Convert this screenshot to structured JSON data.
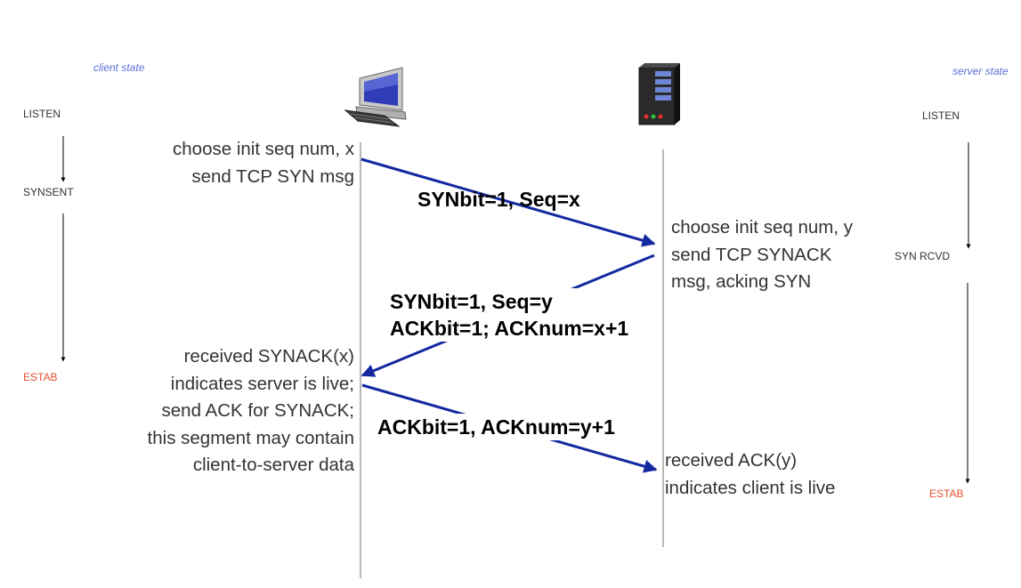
{
  "client": {
    "state_header": "client state",
    "states": [
      "LISTEN",
      "SYNSENT",
      "ESTAB"
    ],
    "icon": "desktop-computer-icon"
  },
  "server": {
    "state_header": "server state",
    "states": [
      "LISTEN",
      "SYN RCVD",
      "ESTAB"
    ],
    "icon": "server-tower-icon"
  },
  "colors": {
    "arrow": "#1428a0",
    "state_header": "#5b6fd6",
    "estab": "#e5502c",
    "text": "#333333"
  },
  "client_actions": [
    [
      "choose init seq num, x",
      "send TCP SYN msg"
    ],
    [
      "received SYNACK(x)",
      "indicates server is live;",
      "send ACK for SYNACK;",
      "this segment may contain",
      "client-to-server data"
    ]
  ],
  "server_actions": [
    [
      "choose init seq num, y",
      "send TCP SYNACK",
      "msg, acking SYN"
    ],
    [
      "received ACK(y)",
      "indicates client is live"
    ]
  ],
  "messages": [
    [
      "SYNbit=1, Seq=x"
    ],
    [
      "SYNbit=1, Seq=y",
      "ACKbit=1; ACKnum=x+1"
    ],
    [
      "ACKbit=1, ACKnum=y+1"
    ]
  ]
}
